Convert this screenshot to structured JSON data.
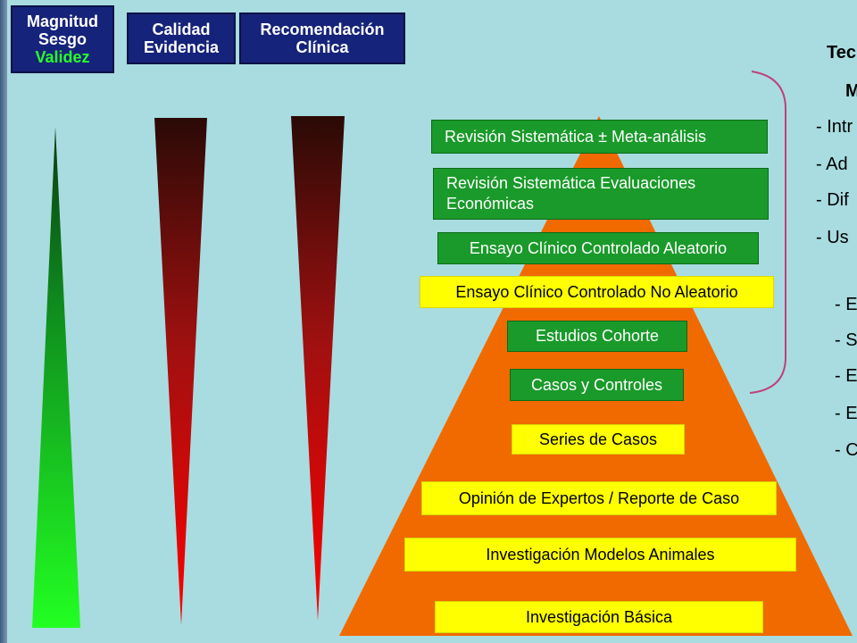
{
  "headers": {
    "magnitud": {
      "line1": "Magnitud",
      "line2": "Sesgo",
      "line3": "Validez"
    },
    "calidad": {
      "line1": "Calidad",
      "line2": "Evidencia"
    },
    "recomendacion": {
      "line1": "Recomendación",
      "line2": "Clínica"
    }
  },
  "pyramid_levels": [
    {
      "label": "Revisión Sistemática ± Meta-análisis",
      "color": "green"
    },
    {
      "label": "Revisión Sistemática Evaluaciones Económicas",
      "color": "green"
    },
    {
      "label": "Ensayo Clínico Controlado Aleatorio",
      "color": "green"
    },
    {
      "label": "Ensayo Clínico Controlado No Aleatorio",
      "color": "yellow"
    },
    {
      "label": "Estudios Cohorte",
      "color": "green"
    },
    {
      "label": "Casos y Controles",
      "color": "green"
    },
    {
      "label": "Series de Casos",
      "color": "yellow"
    },
    {
      "label": "Opinión de Expertos / Reporte de Caso",
      "color": "yellow"
    },
    {
      "label": "Investigación Modelos Animales",
      "color": "yellow"
    },
    {
      "label": "Investigación Básica",
      "color": "yellow"
    }
  ],
  "right_text": {
    "title": "Tec",
    "subtitle": "M",
    "items": [
      "- Intr",
      "- Ad",
      "- Dif",
      "- Us"
    ],
    "subitems": [
      "- E",
      "- S",
      "- E",
      "- E",
      "- C"
    ]
  },
  "colors": {
    "background": "#a8dce0",
    "header_bg": "#16237a",
    "pyramid": "#f06a00",
    "green_box": "#1a9a2a",
    "yellow_box": "#ffff00",
    "brace": "#c0407a"
  }
}
